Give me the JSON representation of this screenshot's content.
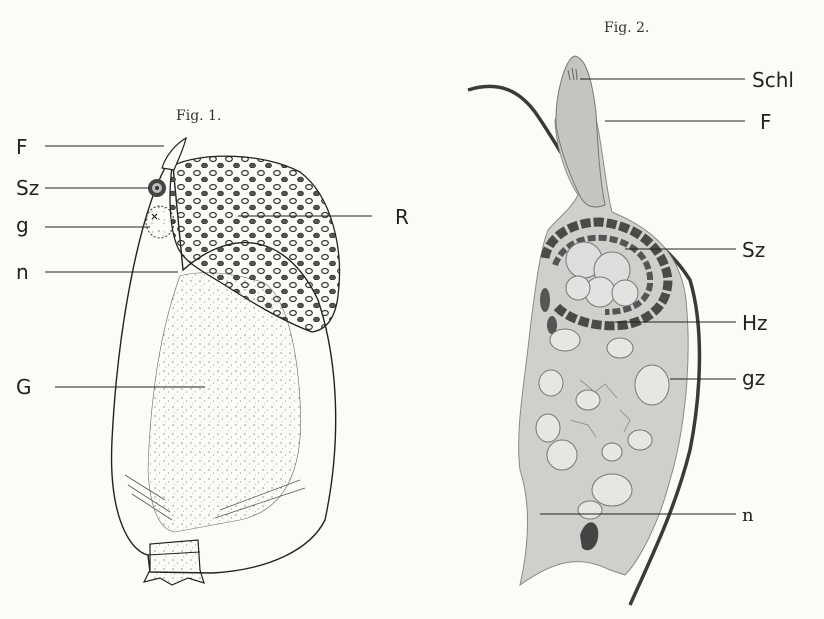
{
  "figures": [
    {
      "title": "Fig. 1.",
      "labels": [
        {
          "id": "F",
          "text": "F"
        },
        {
          "id": "Sz",
          "text": "Sz"
        },
        {
          "id": "g",
          "text": "g"
        },
        {
          "id": "n",
          "text": "n"
        },
        {
          "id": "G",
          "text": "G"
        },
        {
          "id": "R",
          "text": "R"
        }
      ]
    },
    {
      "title": "Fig. 2.",
      "labels": [
        {
          "id": "Schl",
          "text": "Schl"
        },
        {
          "id": "F",
          "text": "F"
        },
        {
          "id": "Sz",
          "text": "Sz"
        },
        {
          "id": "Hz",
          "text": "Hz"
        },
        {
          "id": "gz",
          "text": "gz"
        },
        {
          "id": "n",
          "text": "n"
        }
      ]
    }
  ]
}
